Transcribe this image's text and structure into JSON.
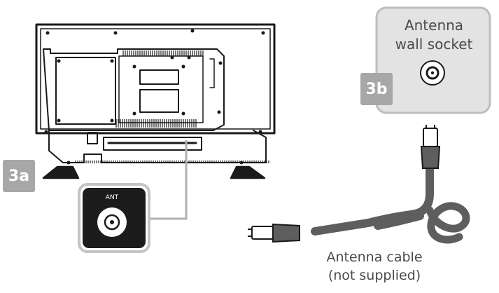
{
  "tv": {
    "step_label": "3a",
    "port_label": "ANT"
  },
  "wall_socket": {
    "step_label": "3b",
    "title_line1": "Antenna",
    "title_line2": "wall socket"
  },
  "cable": {
    "label_line1": "Antenna cable",
    "label_line2": "(not supplied)"
  },
  "colors": {
    "outline": "#1a1a1a",
    "badge": "#a7a7a7",
    "socket_panel": "#e3e3e3",
    "cable": "#5e5e5e",
    "connector": "#ffffff",
    "text": "#4a4a4a"
  }
}
